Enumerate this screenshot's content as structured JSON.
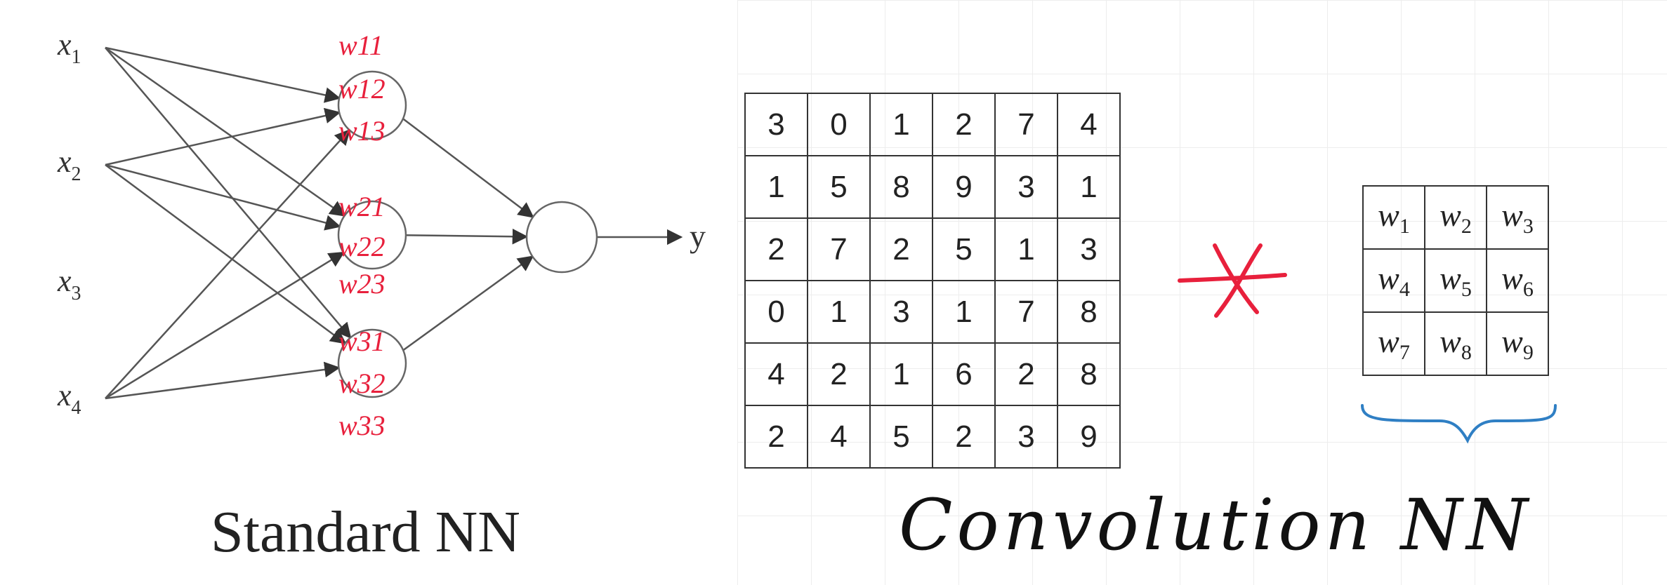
{
  "standard_nn": {
    "inputs": [
      "x",
      "x",
      "x",
      "x"
    ],
    "input_subs": [
      "1",
      "2",
      "3",
      "4"
    ],
    "output": "y",
    "weights": [
      "w11",
      "w12",
      "w13",
      "w21",
      "w22",
      "w23",
      "w31",
      "w32",
      "w33"
    ],
    "caption": "Standard NN"
  },
  "convolution": {
    "matrix": [
      [
        3,
        0,
        1,
        2,
        7,
        4
      ],
      [
        1,
        5,
        8,
        9,
        3,
        1
      ],
      [
        2,
        7,
        2,
        5,
        1,
        3
      ],
      [
        0,
        1,
        3,
        1,
        7,
        8
      ],
      [
        4,
        2,
        1,
        6,
        2,
        8
      ],
      [
        2,
        4,
        5,
        2,
        3,
        9
      ]
    ],
    "filter": [
      [
        "w",
        "w",
        "w"
      ],
      [
        "w",
        "w",
        "w"
      ],
      [
        "w",
        "w",
        "w"
      ]
    ],
    "filter_subs": [
      [
        "1",
        "2",
        "3"
      ],
      [
        "4",
        "5",
        "6"
      ],
      [
        "7",
        "8",
        "9"
      ]
    ],
    "caption": "Convolution NN"
  },
  "colors": {
    "annotation": "#e8203c",
    "brace": "#2f7fc4",
    "line": "#555555"
  }
}
